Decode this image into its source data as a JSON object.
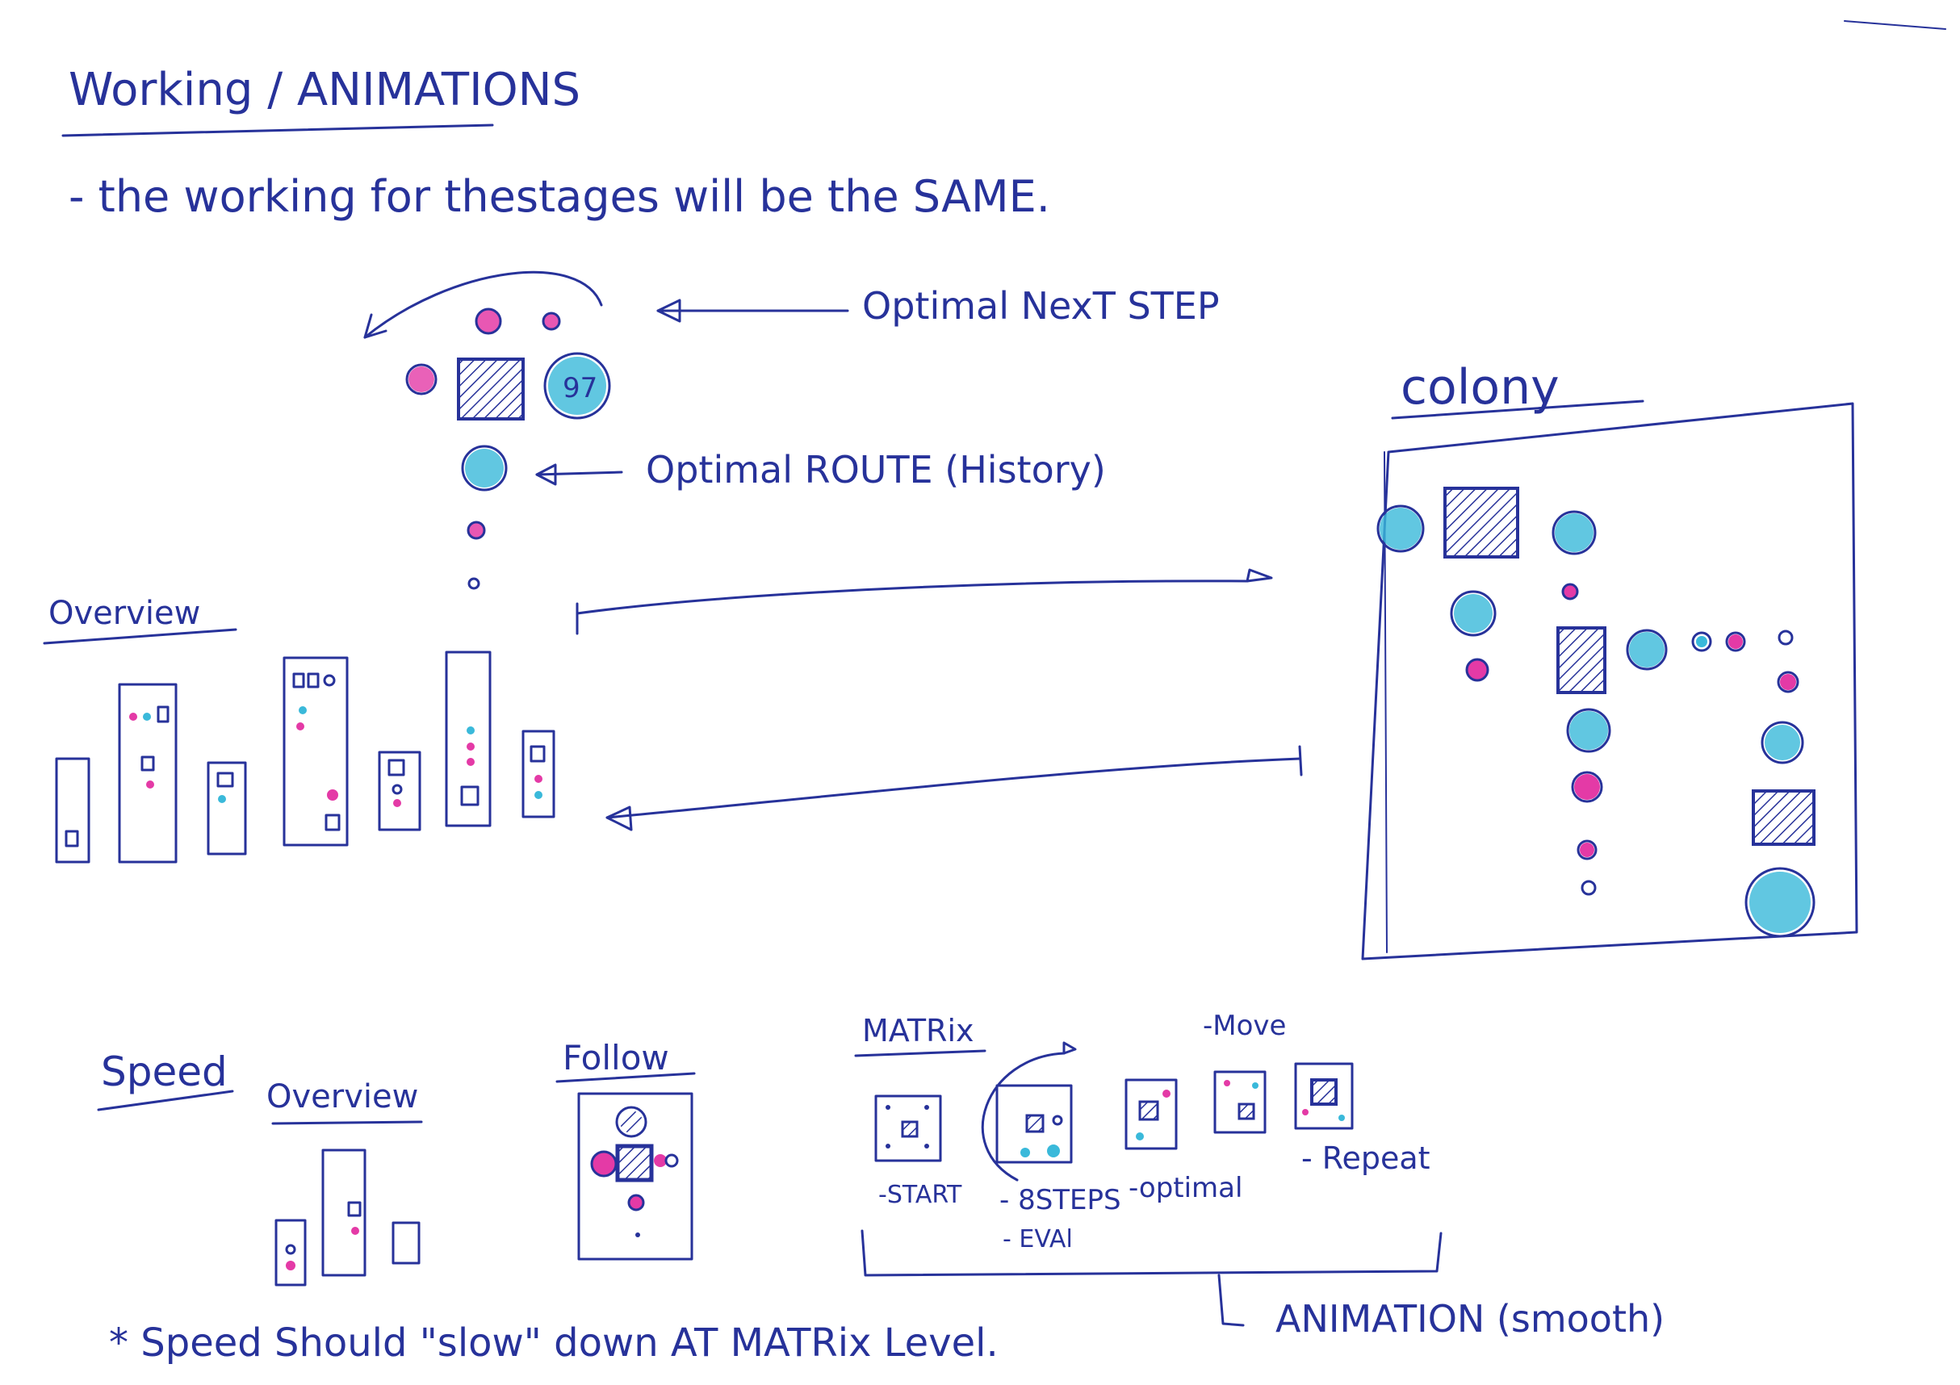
{
  "title": "Working / ANIMATIONS",
  "note": "- the working for thestages will be the SAME.",
  "nodes": {
    "next_step_value": "97",
    "optimal_next_step_label": "Optimal NexT STEP",
    "optimal_route_label": "Optimal ROUTE (History)"
  },
  "overview_label": "Overview",
  "colony_label": "colony",
  "speed": {
    "label": "Speed",
    "overview_label": "Overview",
    "follow_label": "Follow",
    "matrix_label": "MATRix",
    "move_label": "-Move",
    "start_label": "-START",
    "steps_label": "- 8STEPS",
    "optimal_label": "-optimal",
    "eval_label": "- EVAl",
    "repeat_label": "- Repeat",
    "animation_label": "ANIMATION (smooth)",
    "footnote": "* Speed Should \"slow\" down AT MATRix Level."
  },
  "colors": {
    "ink": "#27329a",
    "pink": "#e43aa6",
    "cyan": "#3ab9da"
  }
}
